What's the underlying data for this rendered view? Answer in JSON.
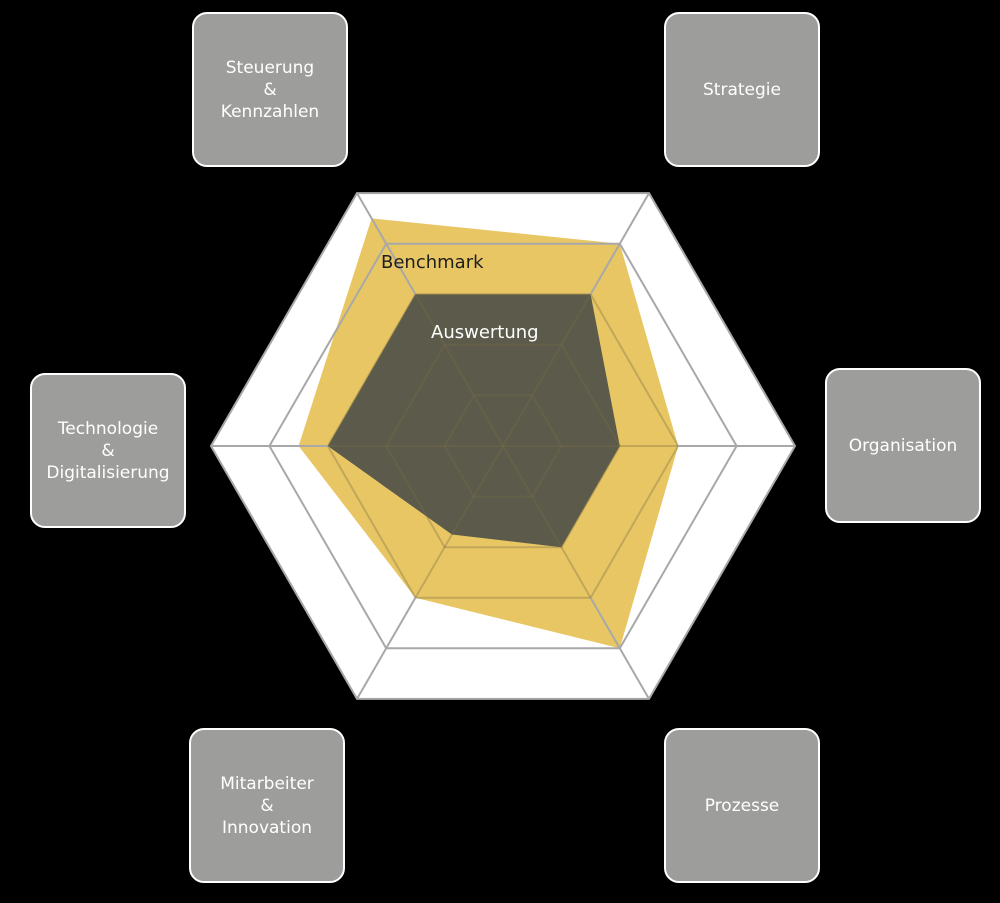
{
  "chart_data": {
    "type": "radar",
    "title": "",
    "scale": {
      "min": 0,
      "max": 5,
      "rings": 5
    },
    "categories": [
      "Strategie",
      "Organisation",
      "Prozesse",
      "Mitarbeiter & Innovation",
      "Technologie & Digitalisierung",
      "Steuerung & Kennzahlen"
    ],
    "series": [
      {
        "name": "Benchmark",
        "color": "#e8c663",
        "values": [
          4,
          3,
          4,
          3,
          3.5,
          4.5
        ]
      },
      {
        "name": "Auswertung",
        "color": "#5b5a4b",
        "values": [
          3,
          2,
          2,
          1.75,
          3,
          3
        ]
      }
    ],
    "grid": true,
    "legend": "inline"
  },
  "labels": {
    "benchmark": "Benchmark",
    "auswertung": "Auswertung"
  },
  "axes": [
    {
      "id": "strategie",
      "lines": [
        "Strategie"
      ]
    },
    {
      "id": "organisation",
      "lines": [
        "Organisation"
      ]
    },
    {
      "id": "prozesse",
      "lines": [
        "Prozesse"
      ]
    },
    {
      "id": "mitarbeiter",
      "lines": [
        "Mitarbeiter",
        "&",
        "Innovation"
      ]
    },
    {
      "id": "technologie",
      "lines": [
        "Technologie",
        "&",
        "Digitalisierung"
      ]
    },
    {
      "id": "steuerung",
      "lines": [
        "Steuerung",
        "&",
        "Kennzahlen"
      ]
    }
  ],
  "colors": {
    "background": "#000000",
    "grid_fill": "#ffffff",
    "grid_line": "#a8a8a8",
    "inner_grid_line": "#c9a94e",
    "box_fill": "#9d9d9b",
    "box_text": "#ffffff",
    "benchmark_text": "#1e1e1e",
    "auswertung_text": "#ffffff"
  }
}
